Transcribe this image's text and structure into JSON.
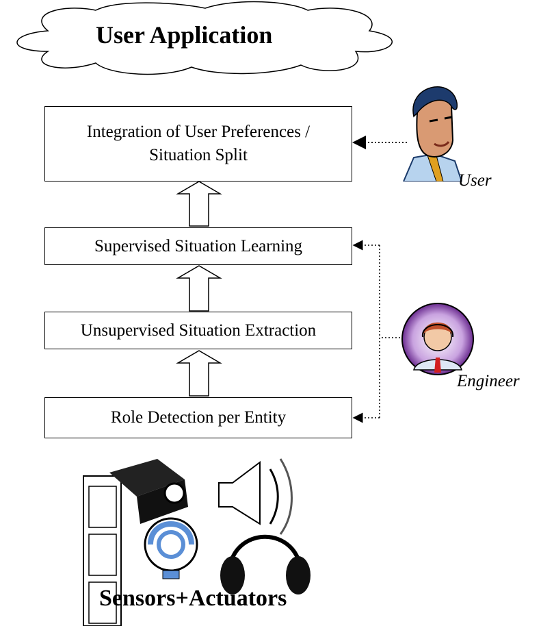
{
  "cloud": {
    "title": "User Application"
  },
  "boxes": {
    "integration": {
      "line1": "Integration of User Preferences /",
      "line2": "Situation Split"
    },
    "supervised": "Supervised Situation Learning",
    "unsupervised": "Unsupervised Situation Extraction",
    "role": "Role Detection per Entity"
  },
  "actors": {
    "user": "User",
    "engineer": "Engineer"
  },
  "sensors": {
    "label": "Sensors+Actuators"
  },
  "icons": {
    "user": "businessman-icon",
    "engineer": "engineer-headset-icon",
    "film": "film-strip-icon",
    "projector": "projector-icon",
    "webcam": "webcam-icon",
    "speaker": "speaker-icon",
    "headphones": "headphones-icon"
  },
  "colors": {
    "line": "#000000",
    "engineerRing": "#6a2b8f",
    "webcam": "#5b8fd6"
  }
}
